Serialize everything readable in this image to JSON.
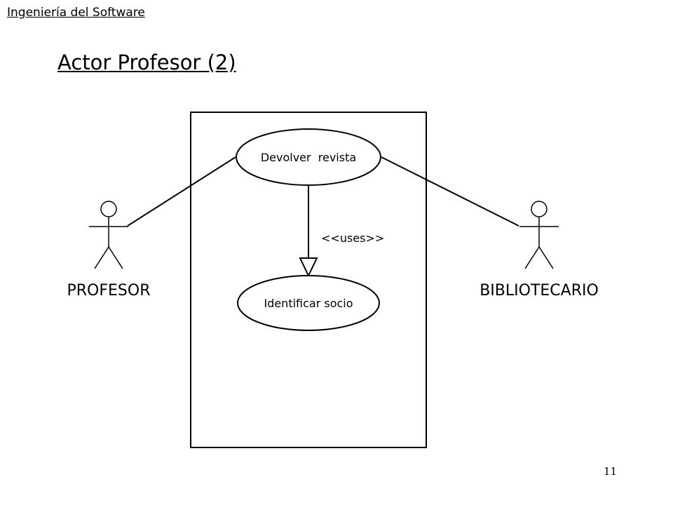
{
  "slide": {
    "header": "Ingeniería del Software",
    "title": "Actor Profesor (2)",
    "page_number": "11"
  },
  "diagram": {
    "actors": [
      {
        "label": "PROFESOR",
        "icon": "stick-figure-icon"
      },
      {
        "label": "BIBLIOTECARIO",
        "icon": "stick-figure-icon"
      }
    ],
    "use_cases": [
      {
        "label": "Devolver  revista"
      },
      {
        "label": "Identificar socio"
      }
    ],
    "relationship": {
      "label": "<<uses>>"
    }
  }
}
